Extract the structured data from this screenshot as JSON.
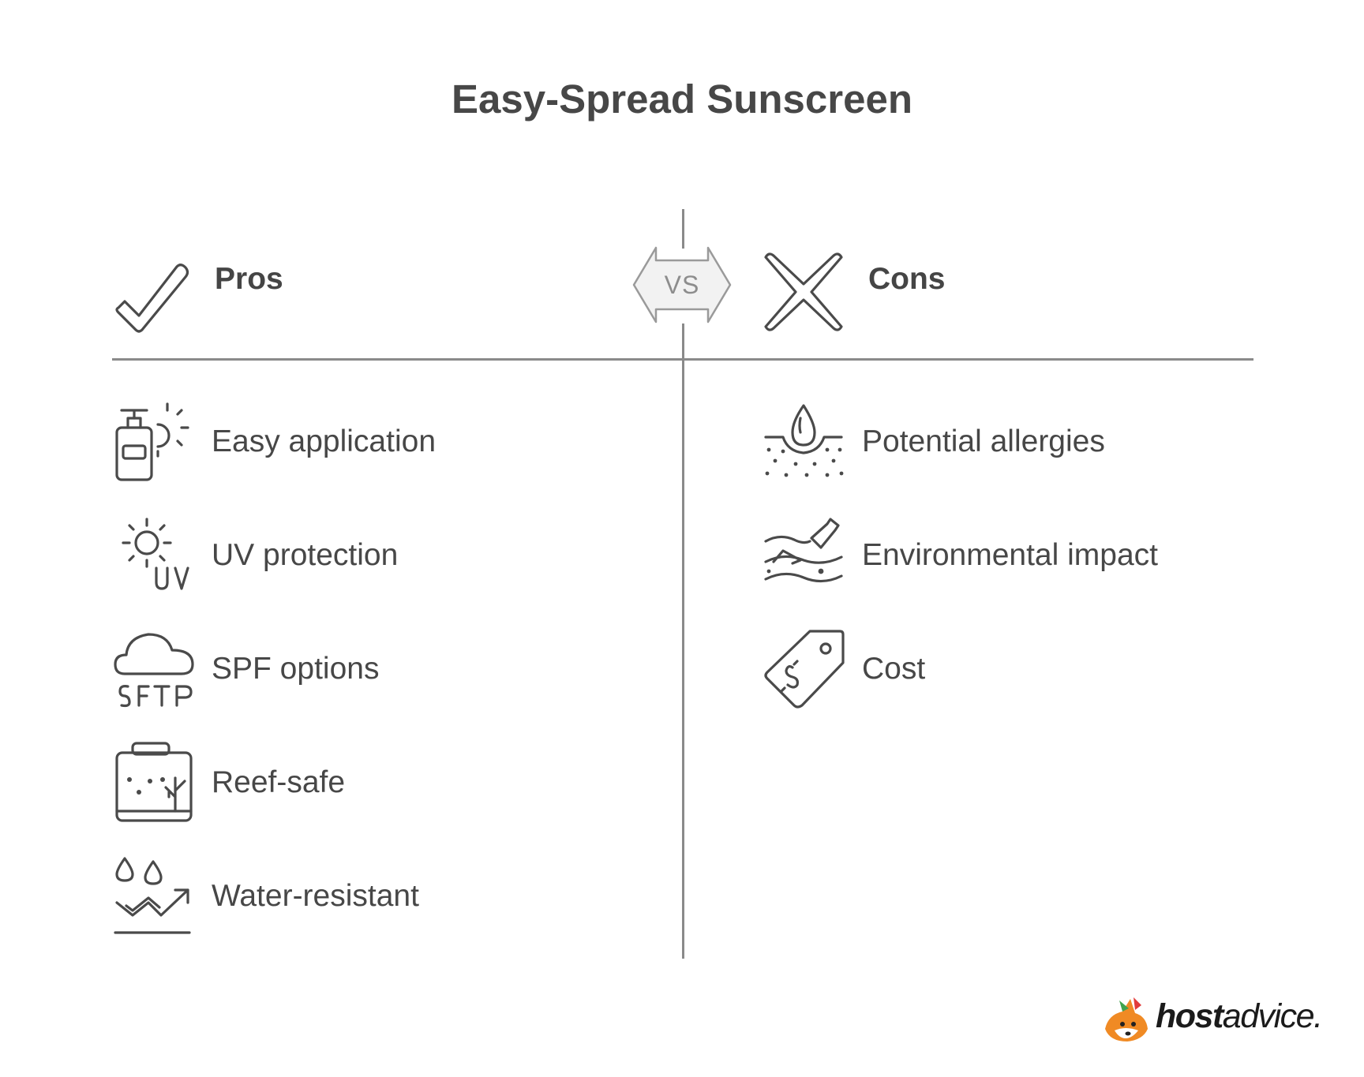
{
  "title": "Easy-Spread Sunscreen",
  "vs_label": "VS",
  "pros": {
    "heading": "Pros",
    "heading_icon": "checkmark-icon",
    "items": [
      {
        "label": "Easy application",
        "icon": "lotion-bottle-sun-icon"
      },
      {
        "label": "UV protection",
        "icon": "sun-uv-icon"
      },
      {
        "label": "SPF options",
        "icon": "cloud-spf-icon"
      },
      {
        "label": "Reef-safe",
        "icon": "aquarium-coral-icon"
      },
      {
        "label": "Water-resistant",
        "icon": "water-drops-chart-icon"
      }
    ]
  },
  "cons": {
    "heading": "Cons",
    "heading_icon": "cross-icon",
    "items": [
      {
        "label": "Potential allergies",
        "icon": "skin-drop-icon"
      },
      {
        "label": "Environmental impact",
        "icon": "ocean-pollution-icon"
      },
      {
        "label": "Cost",
        "icon": "price-tag-icon"
      }
    ]
  },
  "brand": {
    "bold": "host",
    "light": "advice."
  },
  "colors": {
    "text": "#474747",
    "divider": "#8a8a8a",
    "vs_fill": "#f2f2f2",
    "vs_stroke": "#9a9a9a"
  }
}
